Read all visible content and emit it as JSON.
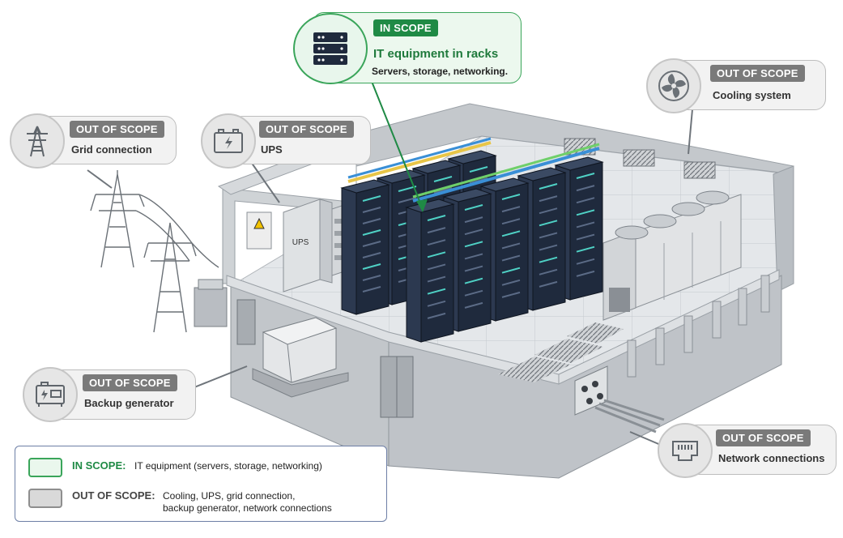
{
  "callouts": {
    "it_equipment": {
      "badge": "IN SCOPE",
      "title": "IT equipment in racks",
      "subtitle": "Servers, storage, networking.",
      "icon": "server-rack-icon"
    },
    "cooling": {
      "badge": "OUT OF SCOPE",
      "label": "Cooling system",
      "icon": "fan-icon"
    },
    "grid": {
      "badge": "OUT OF SCOPE",
      "label": "Grid connection",
      "icon": "power-tower-icon"
    },
    "ups": {
      "badge": "OUT OF SCOPE",
      "label": "UPS",
      "icon": "battery-icon"
    },
    "generator": {
      "badge": "OUT OF SCOPE",
      "label": "Backup generator",
      "icon": "generator-icon"
    },
    "network": {
      "badge": "OUT OF SCOPE",
      "label": "Network connections",
      "icon": "ethernet-port-icon"
    }
  },
  "scene": {
    "ups_cabinet_label": "UPS"
  },
  "legend": {
    "in_scope_key": "IN SCOPE:",
    "in_scope_text": "IT equipment (servers, storage, networking)",
    "out_scope_key": "OUT OF SCOPE:",
    "out_scope_line1": "Cooling, UPS, grid connection,",
    "out_scope_line2": "backup generator, network connections"
  },
  "colors": {
    "in_scope": "#1f8a45",
    "out_scope": "#7a7a7a",
    "rack": "#1f2a3d",
    "wall": "#c9cdd2",
    "floor": "#e4e7ea"
  }
}
